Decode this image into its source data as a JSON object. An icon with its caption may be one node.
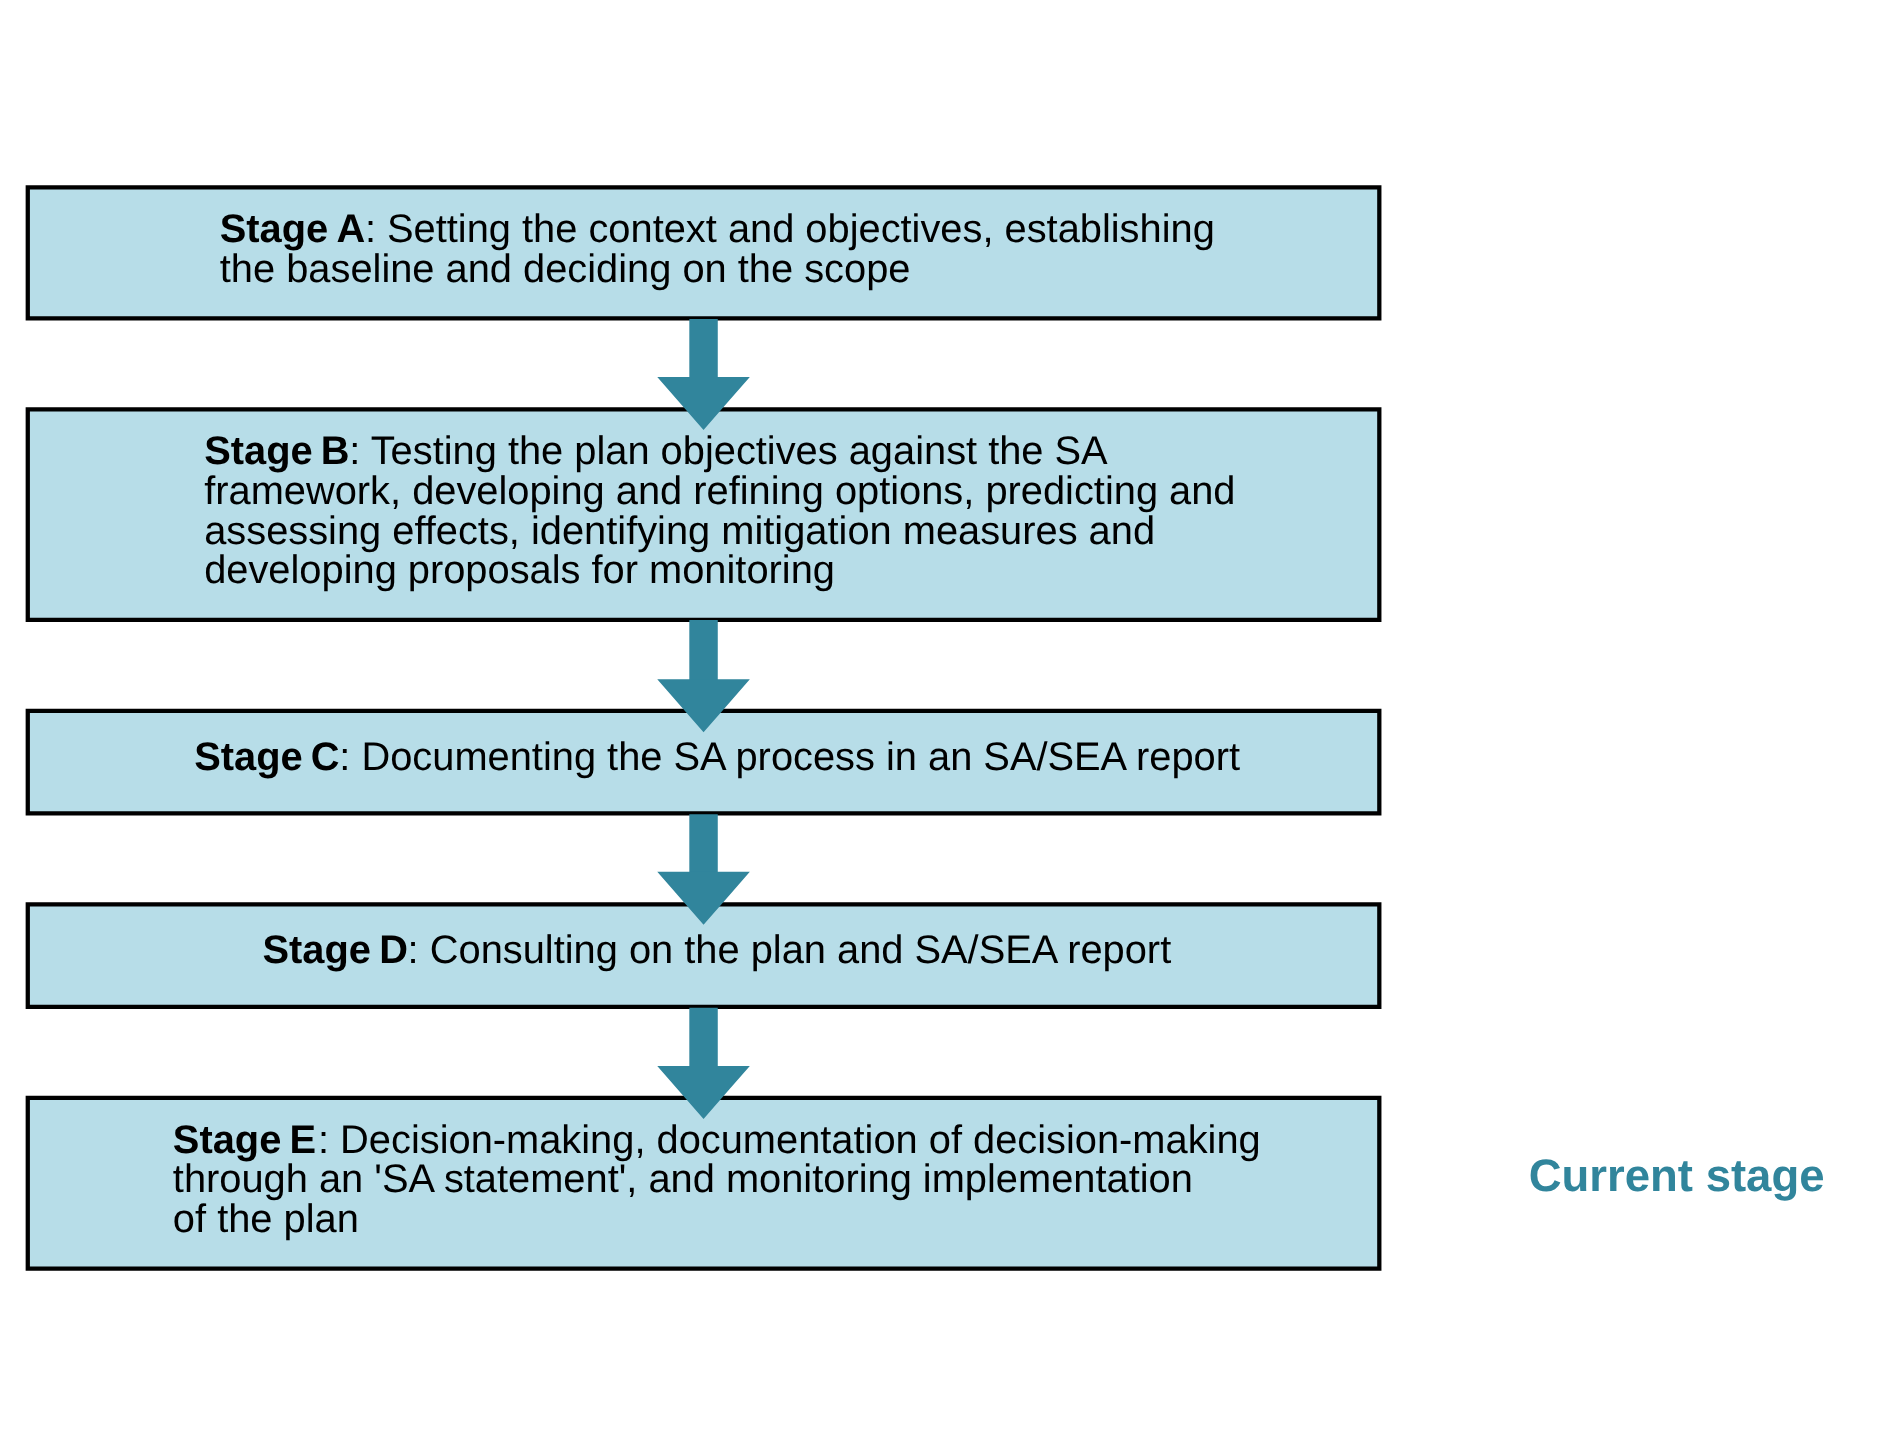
{
  "diagram": {
    "nodes": [
      {
        "text": [
          "**Stage A**: Setting the context and objectives, establishing the baseline and deciding on the scope"
        ]
      },
      {
        "text": [
          "**Stage B**: Testing the plan objectives against the SA framework, developing and refining options, predicting and assessing effects, identifying mitigation measures and developing proposals for monitoring"
        ]
      },
      {
        "text": [
          "**Stage C**: Documenting the SA process in an SA/SEA report"
        ]
      },
      {
        "text": [
          "**Stage D**: Consulting on the plan and SA/SEA report"
        ]
      },
      {
        "text": [
          "**Stage E**: Decision-making, documentation of decision-making through an 'SA statement', and monitoring implementation of the plan"
        ]
      }
    ],
    "edges": [
      {
        "from": 0,
        "to": 1,
        "arrow": "to"
      },
      {
        "from": 1,
        "to": 2,
        "arrow": "to"
      },
      {
        "from": 2,
        "to": 3,
        "arrow": "to"
      },
      {
        "from": 3,
        "to": 4,
        "arrow": "to"
      }
    ],
    "labels": [
      "Current stage"
    ]
  }
}
